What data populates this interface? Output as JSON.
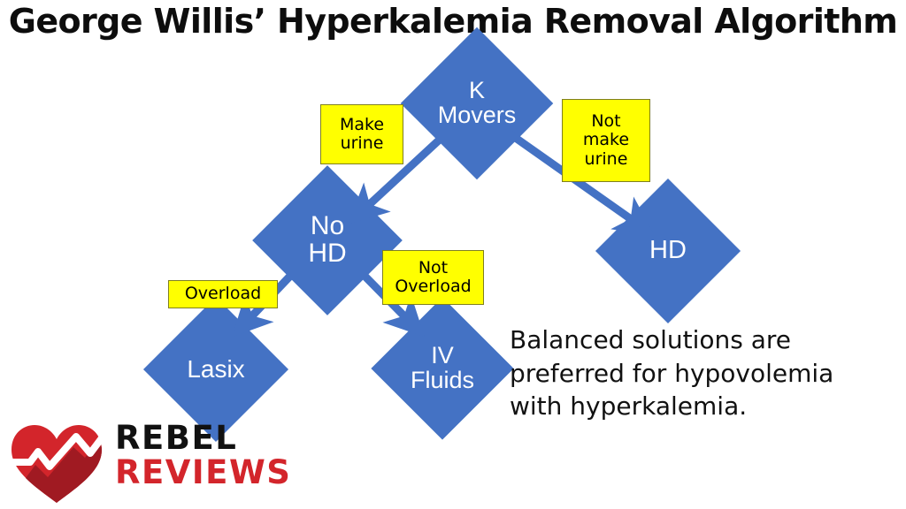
{
  "slide": {
    "title": "George Willis’ Hyperkalemia Removal Algorithm",
    "background_color": "#FFFFFF"
  },
  "colors": {
    "node_blue": "#4472C4",
    "arrow_blue": "#4472C4",
    "edge_label_yellow": "#FFFF00",
    "edge_label_border": "#7F7F1E",
    "node_text": "#FFFFFF",
    "body_text": "#111111",
    "logo_red": "#D3252B",
    "logo_dark_red": "#A01A22"
  },
  "flowchart": {
    "nodes": [
      {
        "id": "k-movers",
        "label": "K\nMovers",
        "shape": "diamond"
      },
      {
        "id": "no-hd",
        "label": "No\nHD",
        "shape": "diamond"
      },
      {
        "id": "hd",
        "label": "HD",
        "shape": "diamond"
      },
      {
        "id": "lasix",
        "label": "Lasix",
        "shape": "diamond"
      },
      {
        "id": "iv-fluids",
        "label": "IV\nFluids",
        "shape": "diamond"
      }
    ],
    "edge_labels": [
      {
        "id": "make-urine",
        "text": "Make\nurine",
        "from": "k-movers",
        "to": "no-hd"
      },
      {
        "id": "not-make-urine",
        "text": "Not\nmake\nurine",
        "from": "k-movers",
        "to": "hd"
      },
      {
        "id": "overload",
        "text": "Overload",
        "from": "no-hd",
        "to": "lasix"
      },
      {
        "id": "not-overload",
        "text": "Not\nOverload",
        "from": "no-hd",
        "to": "iv-fluids"
      }
    ]
  },
  "body": {
    "text": "Balanced solutions are\npreferred for hypovolemia\nwith hyperkalemia."
  },
  "logo": {
    "line1": "REBEL",
    "line2": "REVIEWS",
    "icon": "heart-ekg-icon"
  }
}
